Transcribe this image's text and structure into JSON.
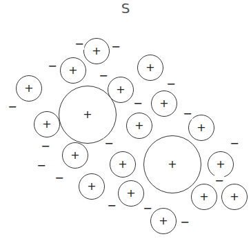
{
  "diagram": {
    "title": "S",
    "nodes": [
      {
        "text": [
          "+"
        ]
      },
      {
        "text": [
          "+"
        ]
      },
      {
        "text": [
          "+"
        ]
      },
      {
        "text": [
          "+"
        ]
      },
      {
        "text": [
          "+"
        ]
      },
      {
        "text": [
          "+"
        ]
      },
      {
        "text": [
          "+"
        ]
      },
      {
        "text": [
          "+"
        ]
      },
      {
        "text": [
          "+"
        ]
      },
      {
        "text": [
          "+"
        ]
      },
      {
        "text": [
          "+"
        ]
      },
      {
        "text": [
          "+"
        ]
      },
      {
        "text": [
          "+"
        ]
      },
      {
        "text": [
          "+"
        ]
      },
      {
        "text": [
          "+"
        ]
      },
      {
        "text": [
          "+"
        ]
      },
      {
        "text": [
          "+"
        ]
      },
      {
        "text": [
          "+"
        ]
      },
      {
        "text": [
          "+"
        ]
      }
    ],
    "labels": [
      "−",
      "−",
      "−",
      "−",
      "−",
      "−",
      "−",
      "−",
      "−",
      "−",
      "−",
      "−",
      "−",
      "−",
      "−",
      "−",
      "−"
    ]
  }
}
